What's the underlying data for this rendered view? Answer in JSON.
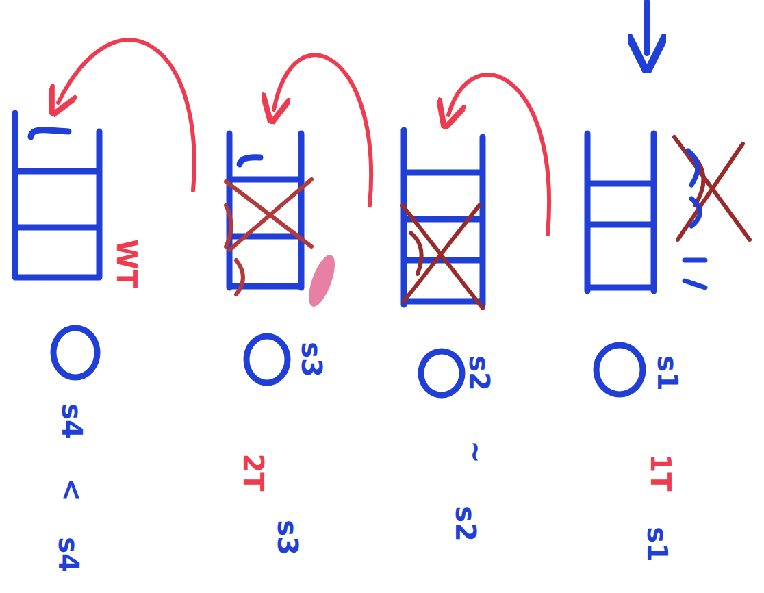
{
  "diagram": {
    "labels": [
      "WT",
      "s4",
      "<",
      "s4",
      "s3",
      "2T",
      "s3",
      "s2",
      "~",
      "s2",
      "s1",
      "1T",
      "s1"
    ]
  }
}
